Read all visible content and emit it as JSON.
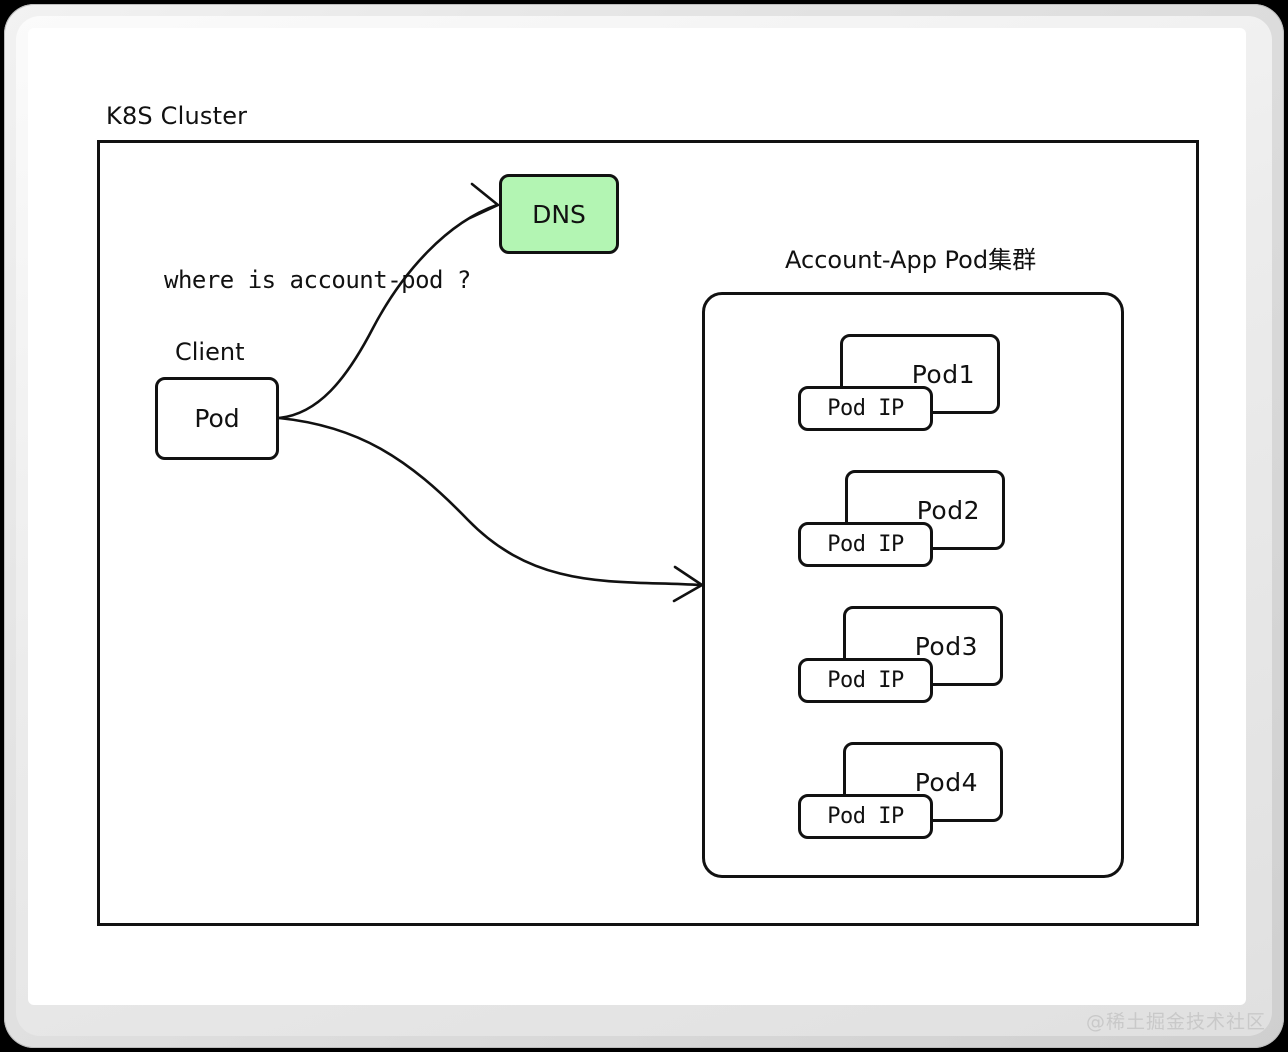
{
  "diagram": {
    "title": "K8S Cluster",
    "question_label": "where is account-pod ?",
    "client_caption": "Client",
    "client_pod_label": "Pod",
    "dns_label": "DNS",
    "pod_group_caption": "Account-App Pod集群",
    "pod_ip_label": "Pod IP",
    "pods": [
      {
        "name": "Pod1",
        "ip_label": "Pod IP"
      },
      {
        "name": "Pod2",
        "ip_label": "Pod IP"
      },
      {
        "name": "Pod3",
        "ip_label": "Pod IP"
      },
      {
        "name": "Pod4",
        "ip_label": "Pod IP"
      }
    ],
    "colors": {
      "dns_fill": "#b3f5b3",
      "stroke": "#111111",
      "node_fill": "#ffffff",
      "frame": "#e0e0e0",
      "watermark": "#c9c9c9"
    }
  },
  "watermark": "@稀土掘金技术社区"
}
